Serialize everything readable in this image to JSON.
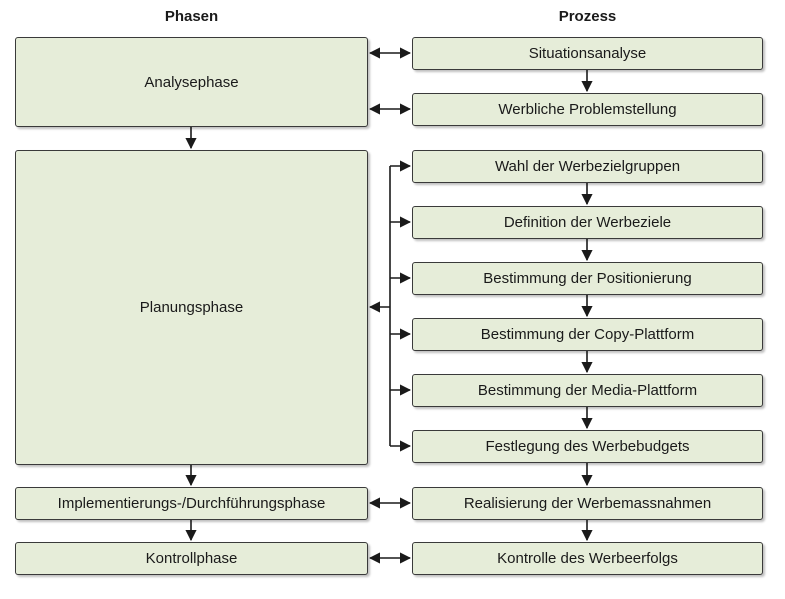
{
  "headers": {
    "phasen": "Phasen",
    "prozess": "Prozess"
  },
  "phases": [
    "Analysephase",
    "Planungsphase",
    "Implementierungs-/Durchführungsphase",
    "Kontrollphase"
  ],
  "process": [
    "Situationsanalyse",
    "Werbliche Problemstellung",
    "Wahl der Werbezielgruppen",
    "Definition der Werbeziele",
    "Bestimmung der Positionierung",
    "Bestimmung der Copy-Plattform",
    "Bestimmung der Media-Plattform",
    "Festlegung des Werbebudgets",
    "Realisierung der Werbemassnahmen",
    "Kontrolle des Werbeerfolgs"
  ]
}
